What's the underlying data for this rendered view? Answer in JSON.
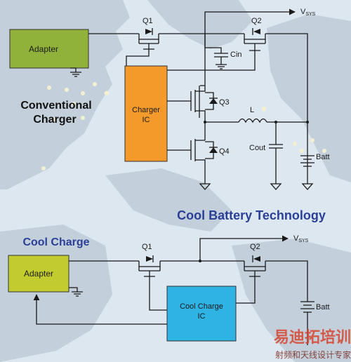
{
  "colors": {
    "background": "#dde7ef",
    "land": "#c3cfda",
    "adapter_fill": "#90b23a",
    "charger_ic_fill": "#f39a2b",
    "cool_ic_fill": "#2fb2e4",
    "title_blue": "#2a3f97",
    "watermark_red": "#d8452f"
  },
  "top_circuit": {
    "heading_line1": "Conventional",
    "heading_line2": "Charger",
    "adapter_label": "Adapter",
    "q1_label": "Q1",
    "q2_label": "Q2",
    "q3_label": "Q3",
    "q4_label": "Q4",
    "vsys_v": "V",
    "vsys_sub": "SYS",
    "cin_label": "Cin",
    "charger_ic_line1": "Charger",
    "charger_ic_line2": "IC",
    "inductor_label": "L",
    "cout_label": "Cout",
    "batt_label": "Batt"
  },
  "main_title": "Cool Battery Technology",
  "bottom_circuit": {
    "heading": "Cool Charge",
    "adapter_label": "Adapter",
    "q1_label": "Q1",
    "q2_label": "Q2",
    "vsys_v": "V",
    "vsys_sub": "SYS",
    "ic_line1": "Cool Charge",
    "ic_line2": "IC",
    "batt_label": "Batt"
  },
  "watermark": {
    "line1": "易迪拓培训",
    "line2": "射频和天线设计专家"
  }
}
